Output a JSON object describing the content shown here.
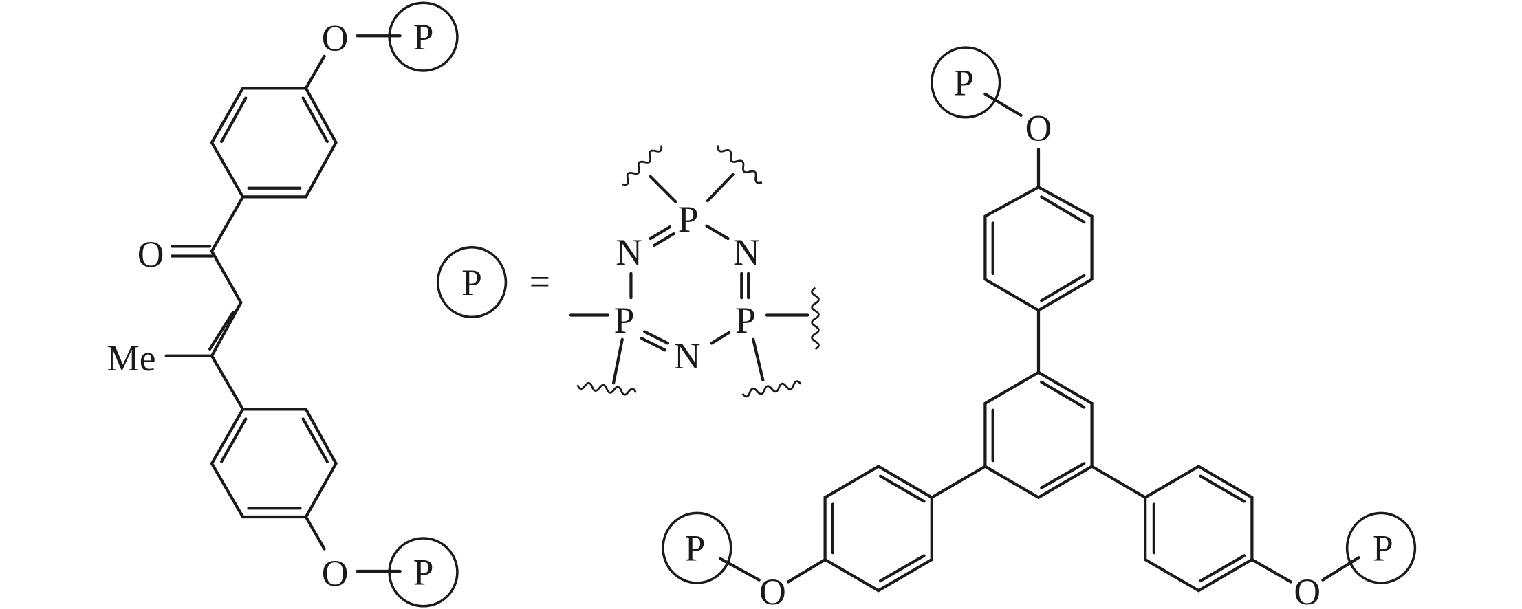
{
  "labels": {
    "oxygen": "O",
    "phosphazene": "P",
    "nitrogen": "N",
    "methyl": "Me",
    "equals": "="
  }
}
